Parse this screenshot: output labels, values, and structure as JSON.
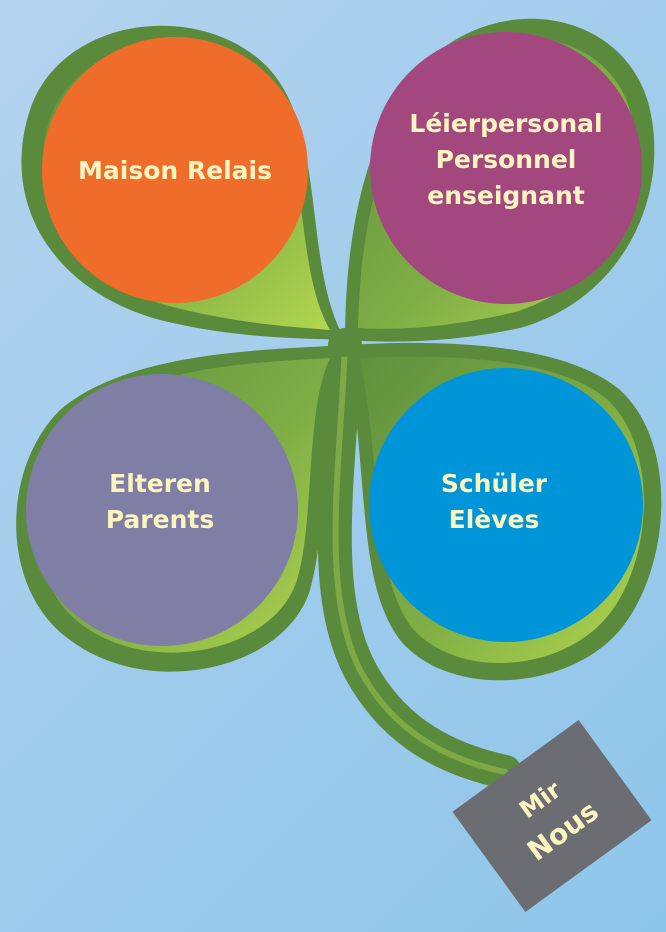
{
  "leaves": {
    "top_left": {
      "lines": [
        "Maison Relais"
      ],
      "color": "#f06c2a"
    },
    "top_right": {
      "lines": [
        "Léierpersonal",
        "Personnel",
        "enseignant"
      ],
      "color": "#a3487f"
    },
    "bottom_left": {
      "lines": [
        "Elteren",
        "Parents"
      ],
      "color": "#7f7ea4"
    },
    "bottom_right": {
      "lines": [
        "Schüler",
        "Elèves"
      ],
      "color": "#0094d8"
    }
  },
  "tag": {
    "lines": [
      "Mir",
      "Nous"
    ],
    "color": "#6b6d73"
  },
  "colors": {
    "text": "#fdf5c0",
    "leaf_dark": "#5a8b3d",
    "leaf_light": "#a6cc4b",
    "stem": "#5a8b3d"
  }
}
